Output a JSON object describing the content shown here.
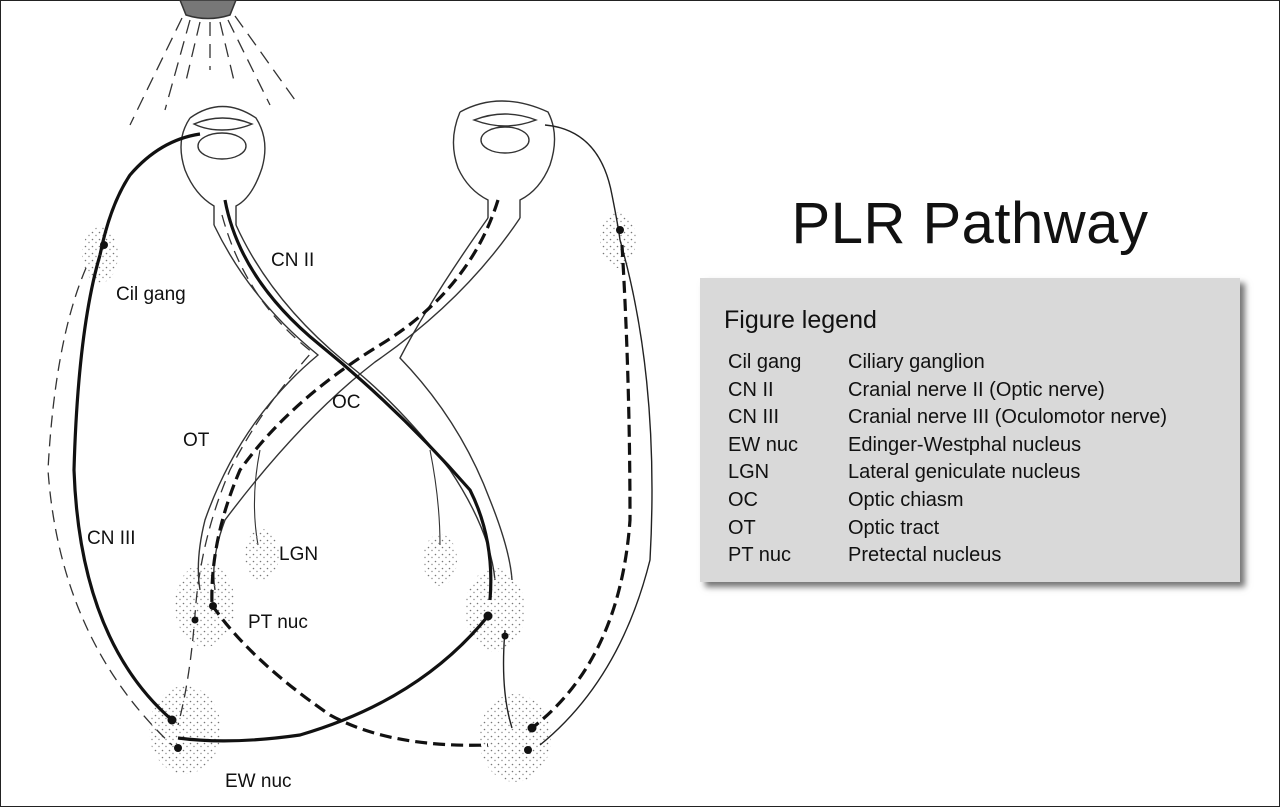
{
  "title": "PLR Pathway",
  "diagram": {
    "labels": {
      "cil_gang": "Cil gang",
      "cn2": "CN II",
      "oc": "OC",
      "ot": "OT",
      "cn3": "CN III",
      "lgn": "LGN",
      "pt_nuc": "PT nuc",
      "ew_nuc": "EW nuc"
    }
  },
  "legend": {
    "title": "Figure legend",
    "items": [
      {
        "abbr": "Cil gang",
        "full": "Ciliary ganglion"
      },
      {
        "abbr": "CN II",
        "full": "Cranial nerve II (Optic nerve)"
      },
      {
        "abbr": "CN III",
        "full": "Cranial nerve III (Oculomotor nerve)"
      },
      {
        "abbr": "EW nuc",
        "full": "Edinger-Westphal nucleus"
      },
      {
        "abbr": "LGN",
        "full": "Lateral geniculate nucleus"
      },
      {
        "abbr": "OC",
        "full": "Optic chiasm"
      },
      {
        "abbr": "OT",
        "full": "Optic tract"
      },
      {
        "abbr": "PT nuc",
        "full": "Pretectal nucleus"
      }
    ]
  }
}
